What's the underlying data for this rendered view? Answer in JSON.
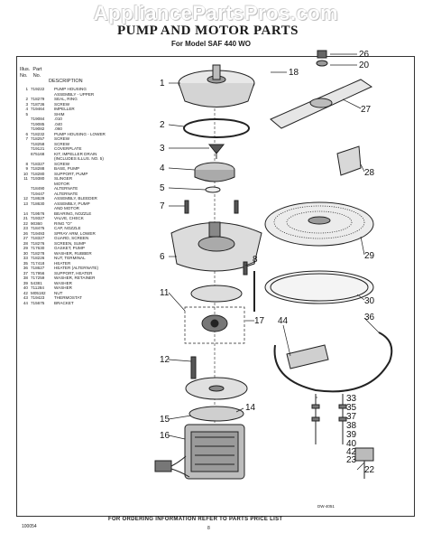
{
  "watermark": "AppliancePartsPros.com",
  "title": "PUMP AND MOTOR PARTS",
  "model": "For Model SAF 440 WO",
  "list_header": {
    "illus": "Illus.",
    "part": "Part",
    "no": "No.",
    "no2": "No.",
    "description": "DESCRIPTION"
  },
  "parts": [
    {
      "n": "1",
      "p": "719222",
      "d": "PUMP HOUSING"
    },
    {
      "n": "",
      "p": "",
      "d": "ASSEMBLY - UPPER"
    },
    {
      "n": "2",
      "p": "718279",
      "d": "SEAL, RING"
    },
    {
      "n": "3",
      "p": "718736",
      "d": "SCREW"
    },
    {
      "n": "4",
      "p": "719464",
      "d": "IMPELLER"
    },
    {
      "n": "5",
      "p": "",
      "d": "SHIM"
    },
    {
      "n": "",
      "p": "719084",
      "d": ".010"
    },
    {
      "n": "",
      "p": "719085",
      "d": ".040"
    },
    {
      "n": "",
      "p": "719082",
      "d": ".060"
    },
    {
      "n": "6",
      "p": "718232",
      "d": "PUMP HOUSING - LOWER"
    },
    {
      "n": "7",
      "p": "718257",
      "d": "SCREW"
    },
    {
      "n": "",
      "p": "718258",
      "d": "SCREW"
    },
    {
      "n": "",
      "p": "719121",
      "d": "COVERPLATE"
    },
    {
      "n": "",
      "p": "675168",
      "d": "KIT, IMPELLER DRAIN"
    },
    {
      "n": "",
      "p": "",
      "d": "(INCLUDES ILLUS. NO. 5)"
    },
    {
      "n": "8",
      "p": "718327",
      "d": "SCREW"
    },
    {
      "n": "9",
      "p": "718288",
      "d": "BASE, PUMP"
    },
    {
      "n": "10",
      "p": "718280",
      "d": "SUPPORT, PUMP"
    },
    {
      "n": "11",
      "p": "719380",
      "d": "SLINGER"
    },
    {
      "n": "",
      "p": "",
      "d": "MOTOR"
    },
    {
      "n": "",
      "p": "718490",
      "d": "ALTERNATE"
    },
    {
      "n": "",
      "p": "719447",
      "d": "ALTERNATE"
    },
    {
      "n": "12",
      "p": "718629",
      "d": "ASSEMBLY, BLEEDER"
    },
    {
      "n": "13",
      "p": "718630",
      "d": "ASSEMBLY, PUMP"
    },
    {
      "n": "",
      "p": "",
      "d": "AND MOTOR"
    },
    {
      "n": "14",
      "p": "719576",
      "d": "BEARING, NOZZLE"
    },
    {
      "n": "21",
      "p": "719327",
      "d": "VALVE, CHECK"
    },
    {
      "n": "22",
      "p": "90360",
      "d": "RING \"O\""
    },
    {
      "n": "23",
      "p": "718475",
      "d": "CAP, NOZZLE"
    },
    {
      "n": "26",
      "p": "719493",
      "d": "SPRAY ARM, LOWER"
    },
    {
      "n": "27",
      "p": "718327",
      "d": "GUARD, SCREEN"
    },
    {
      "n": "28",
      "p": "718276",
      "d": "SCREEN, SUMP"
    },
    {
      "n": "29",
      "p": "717630",
      "d": "GASKET, PUMP"
    },
    {
      "n": "30",
      "p": "718278",
      "d": "WASHER, RUBBER"
    },
    {
      "n": "33",
      "p": "718226",
      "d": "NUT, TERMINAL"
    },
    {
      "n": "35",
      "p": "717418",
      "d": "HEATER"
    },
    {
      "n": "36",
      "p": "718627",
      "d": "HEATER (ALTERNATE)"
    },
    {
      "n": "37",
      "p": "717956",
      "d": "SUPPORT, HEATER"
    },
    {
      "n": "38",
      "p": "717259",
      "d": "WASHER, RETAINER"
    },
    {
      "n": "39",
      "p": "54381",
      "d": "WASHER"
    },
    {
      "n": "40",
      "p": "711284",
      "d": "WASHER"
    },
    {
      "n": "42",
      "p": "M05182",
      "d": "NUT"
    },
    {
      "n": "43",
      "p": "719423",
      "d": "THERMOSTAT"
    },
    {
      "n": "44",
      "p": "715675",
      "d": "BRACKET"
    }
  ],
  "callouts": [
    "1",
    "2",
    "3",
    "4",
    "5",
    "6",
    "7",
    "8",
    "11",
    "12",
    "14",
    "15",
    "16",
    "17",
    "18",
    "20",
    "22",
    "23",
    "26",
    "27",
    "28",
    "29",
    "30",
    "33",
    "35",
    "36",
    "37",
    "38",
    "39",
    "40",
    "42",
    "44"
  ],
  "dwg_code": "DW-4051",
  "order_note": "FOR ORDERING INFORMATION REFER TO PARTS PRICE LIST",
  "page_number": "8",
  "doc_number": "100054"
}
